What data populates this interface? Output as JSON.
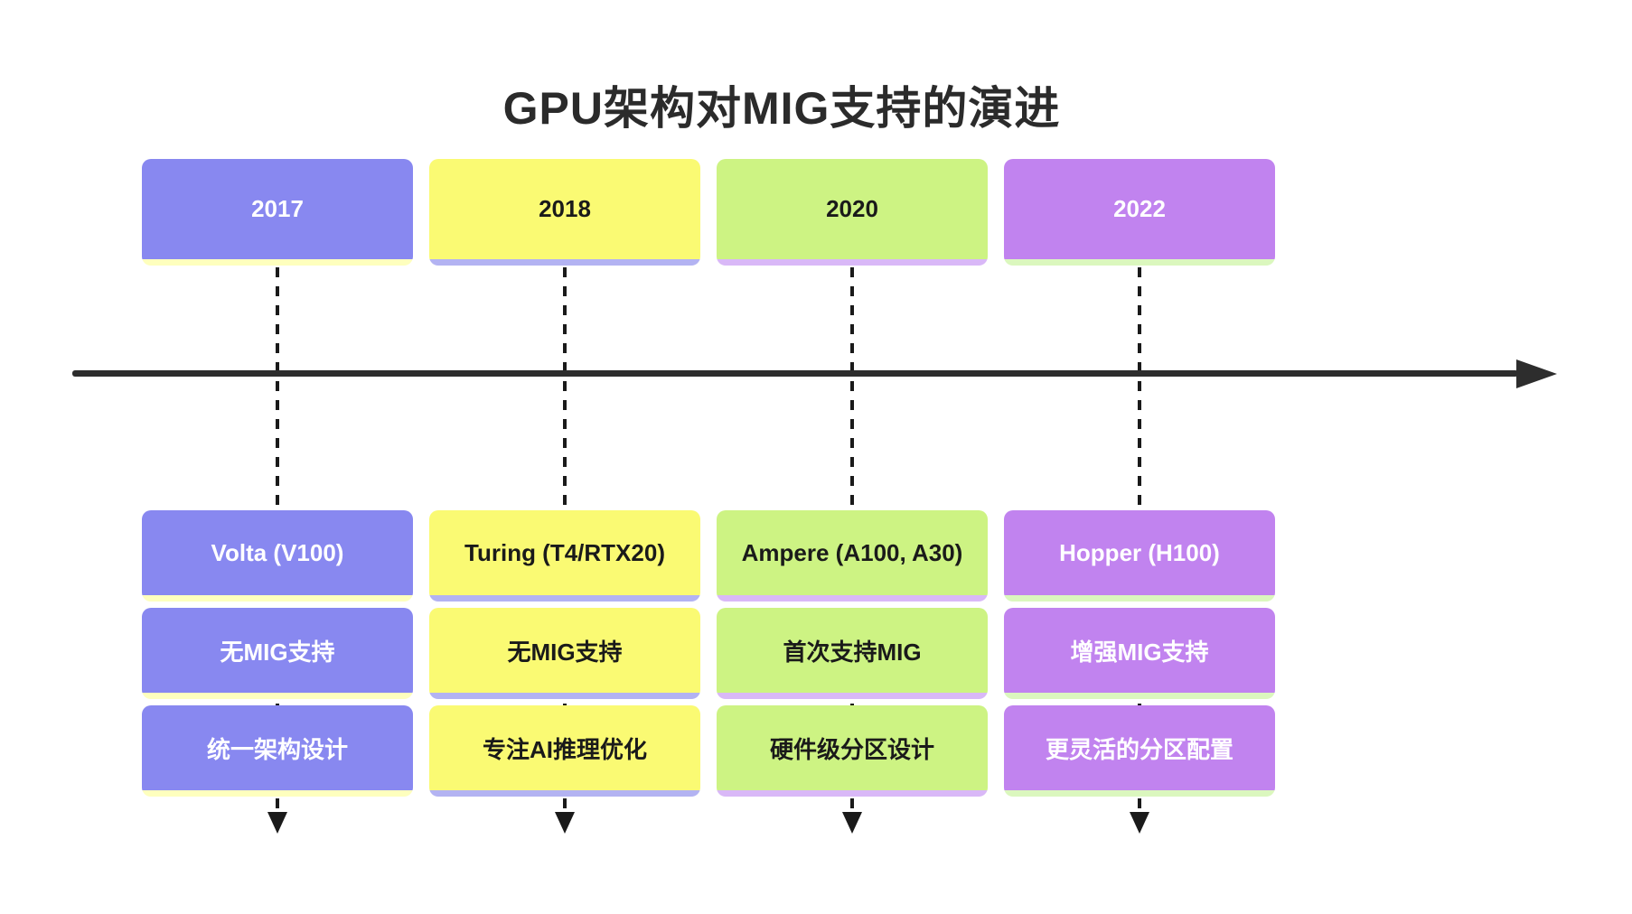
{
  "title": "GPU架构对MIG支持的演进",
  "colors": {
    "background": "#ffffff",
    "title_text": "#2b2b2b",
    "timeline_arrow": "#2d2d2d",
    "connector": "#1a1a1a"
  },
  "columns": [
    {
      "year": "2017",
      "architecture": "Volta (V100)",
      "mig_status": "无MIG支持",
      "design_note": "统一架构设计",
      "box_color": "#8888f0",
      "strip_color": "#feffbe",
      "text_color": "#ffffff"
    },
    {
      "year": "2018",
      "architecture": "Turing (T4/RTX20)",
      "mig_status": "无MIG支持",
      "design_note": "专注AI推理优化",
      "box_color": "#fafa73",
      "strip_color": "#b3b3f2",
      "text_color": "#1a1a1a"
    },
    {
      "year": "2020",
      "architecture": "Ampere (A100, A30)",
      "mig_status": "首次支持MIG",
      "design_note": "硬件级分区设计",
      "box_color": "#cdf383",
      "strip_color": "#d9b8f7",
      "text_color": "#1a1a1a"
    },
    {
      "year": "2022",
      "architecture": "Hopper (H100)",
      "mig_status": "增强MIG支持",
      "design_note": "更灵活的分区配置",
      "box_color": "#c183ef",
      "strip_color": "#dbf7be",
      "text_color": "#ffffff"
    }
  ]
}
